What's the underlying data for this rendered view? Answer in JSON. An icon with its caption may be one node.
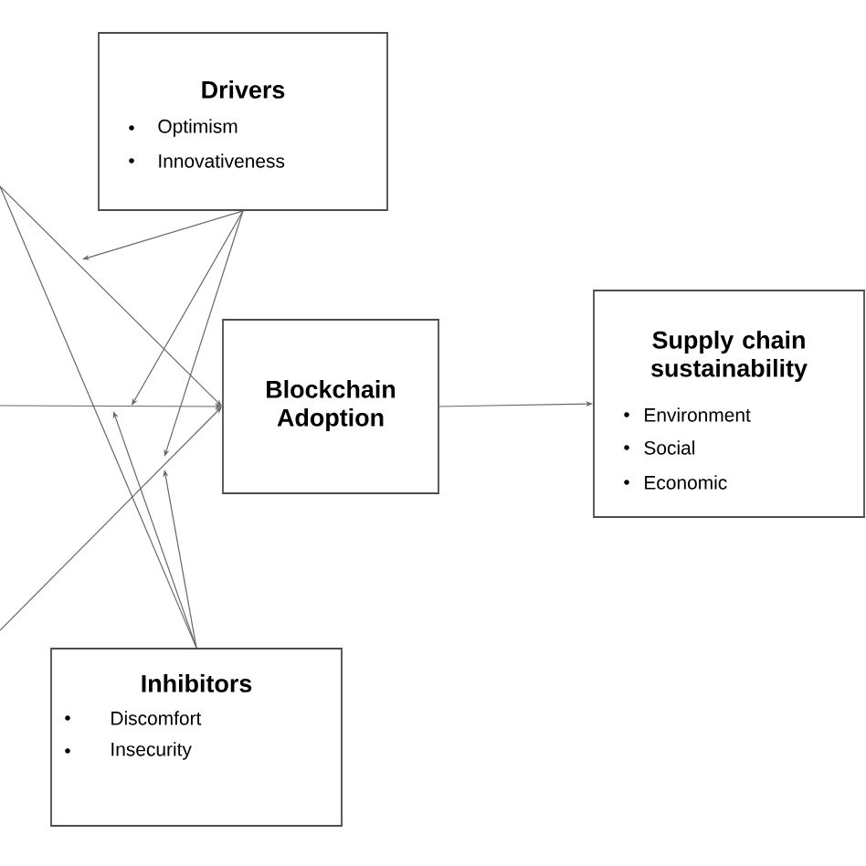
{
  "diagram": {
    "nodes": [
      {
        "text": [
          "Drivers",
          "Optimism",
          "Innovativeness"
        ]
      },
      {
        "text": [
          "Blockchain Adoption"
        ]
      },
      {
        "text": [
          "Supply chain sustainability",
          "Environment",
          "Social",
          "Economic"
        ]
      },
      {
        "text": [
          "Inhibitors",
          "Discomfort",
          "Insecurity"
        ]
      }
    ],
    "edges": [
      {
        "from": null,
        "to": 1,
        "arrow": "to"
      },
      {
        "from": null,
        "to": 1,
        "arrow": "to"
      },
      {
        "from": null,
        "to": 1,
        "arrow": "to"
      },
      {
        "from": null,
        "to": 3,
        "arrow": "none"
      },
      {
        "from": 0,
        "to": null,
        "arrow": "to"
      },
      {
        "from": 0,
        "to": null,
        "arrow": "to"
      },
      {
        "from": 0,
        "to": null,
        "arrow": "to"
      },
      {
        "from": 3,
        "to": null,
        "arrow": "to"
      },
      {
        "from": 3,
        "to": null,
        "arrow": "to"
      },
      {
        "from": 1,
        "to": 2,
        "arrow": "to"
      }
    ]
  }
}
